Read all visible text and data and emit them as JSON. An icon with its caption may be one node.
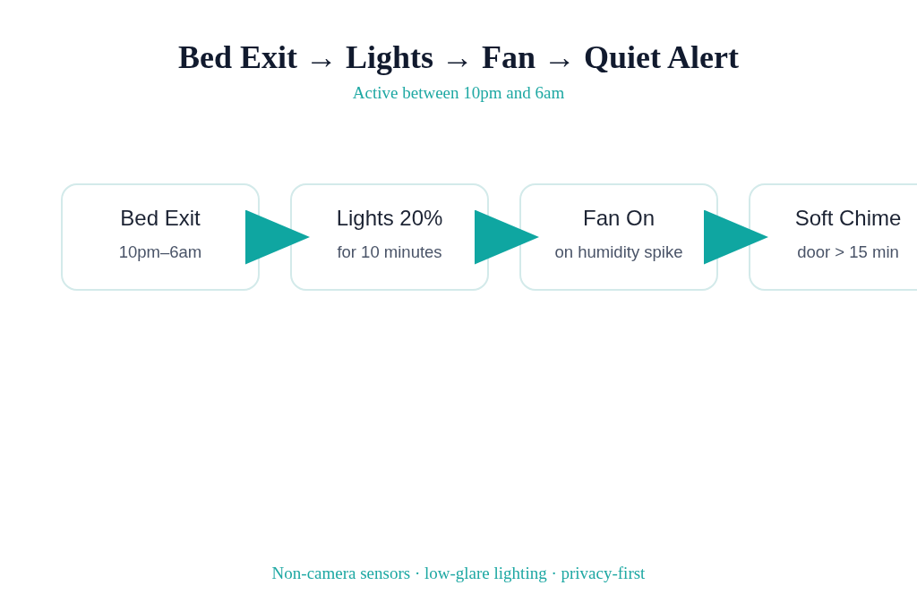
{
  "diagram": {
    "title": "Bed Exit → Lights → Fan → Quiet Alert",
    "caption": "Non-camera sensors · low-glare lighting · privacy-first",
    "nodes": [
      {
        "text": [
          "Bed Exit",
          "10pm–6am"
        ]
      },
      {
        "text": [
          "Lights 20%",
          "for 10 minutes"
        ]
      },
      {
        "text": [
          "Fan On",
          "on humidity spike"
        ]
      },
      {
        "text": [
          "Soft Chime",
          "door > 15 min"
        ]
      }
    ],
    "edges": [
      {
        "from": 0,
        "to": 1,
        "arrow": "to"
      },
      {
        "from": 1,
        "to": 2,
        "arrow": "to"
      },
      {
        "from": 2,
        "to": 3,
        "arrow": "to"
      }
    ],
    "labels": [
      "Active between 10pm and 6am"
    ]
  }
}
